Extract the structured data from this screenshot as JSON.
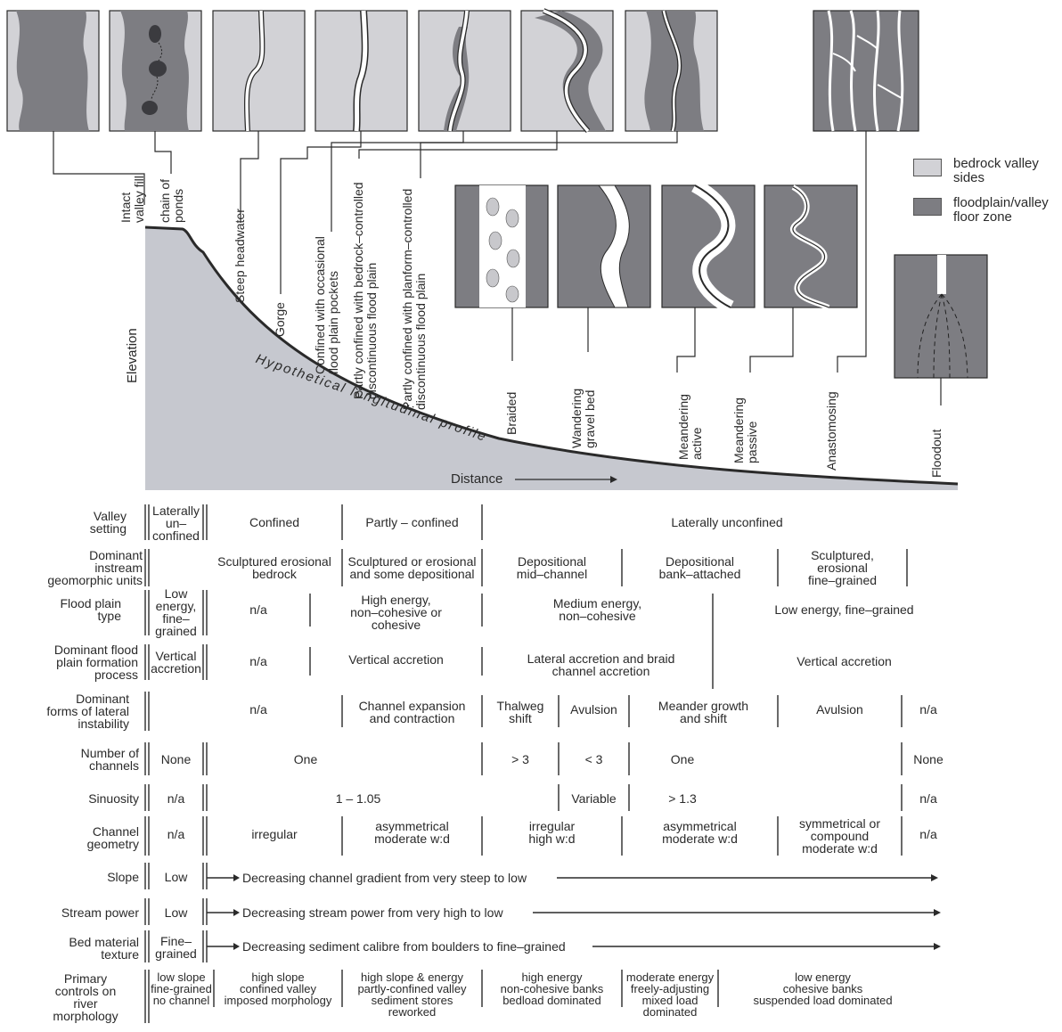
{
  "colors": {
    "bedrock": "#d2d2d6",
    "floodplain": "#7d7d82",
    "profile_fill": "#c6c8cf",
    "line": "#2a2a2a"
  },
  "legend": [
    {
      "label": "bedrock valley\nsides",
      "color": "#d2d2d6"
    },
    {
      "label": "floodplain/valley\nfloor zone",
      "color": "#7d7d82"
    }
  ],
  "profile": {
    "elevation_label": "Elevation",
    "distance_label": "Distance",
    "curve_label": "Hypothetical longitudinal profile"
  },
  "river_types": [
    "Intact\nvalley fill",
    "chain of\nponds",
    "Steep headwater",
    "Gorge",
    "Confined with occasional\nflood plain pockets",
    "Partly confined with bedrock–controlled\ndiscontinuous flood plain",
    "Partly confined with planform–controlled\ndiscontinuous flood plain",
    "Braided",
    "Wandering\ngravel bed",
    "Meandering\nactive",
    "Meandering\npassive",
    "Anastomosing",
    "Floodout"
  ],
  "table": {
    "rows": [
      {
        "header": "Valley\nsetting",
        "cells": [
          "Laterally\nun–\nconfined",
          "Confined",
          "Partly – confined",
          "Laterally unconfined"
        ]
      },
      {
        "header": "Dominant\ninstream\ngeomorphic units",
        "cells": [
          "Sculptured erosional\nbedrock",
          "Sculptured or erosional\nand some depositional",
          "Depositional\nmid–channel",
          "Depositional\nbank–attached",
          "Sculptured,\nerosional\nfine–grained"
        ]
      },
      {
        "header": "Flood plain\ntype",
        "cells": [
          "Low\nenergy,\nfine–\ngrained",
          "n/a",
          "High energy,\nnon–cohesive or\ncohesive",
          "Medium energy,\nnon–cohesive",
          "Low energy, fine–grained"
        ]
      },
      {
        "header": "Dominant flood\nplain formation\nprocess",
        "cells": [
          "Vertical\naccretion",
          "n/a",
          "Vertical accretion",
          "Lateral accretion and braid\nchannel accretion",
          "Vertical accretion"
        ]
      },
      {
        "header": "Dominant\nforms of lateral\ninstability",
        "cells": [
          "n/a",
          "Channel expansion\nand contraction",
          "Thalweg\nshift",
          "Avulsion",
          "Meander growth\nand shift",
          "Avulsion",
          "n/a"
        ]
      },
      {
        "header": "Number of\nchannels",
        "cells": [
          "None",
          "One",
          "> 3",
          "< 3",
          "One",
          "None"
        ]
      },
      {
        "header": "Sinuosity",
        "cells": [
          "n/a",
          "1 – 1.05",
          "Variable",
          "> 1.3",
          "n/a"
        ]
      },
      {
        "header": "Channel\ngeometry",
        "cells": [
          "n/a",
          "irregular",
          "asymmetrical\nmoderate w:d",
          "irregular\nhigh  w:d",
          "asymmetrical\nmoderate w:d",
          "symmetrical or\ncompound\nmoderate w:d",
          "n/a"
        ]
      },
      {
        "header": "Slope",
        "cells": [
          "Low",
          "Decreasing channel gradient from very steep to low"
        ]
      },
      {
        "header": "Stream power",
        "cells": [
          "Low",
          "Decreasing stream power from very high to low"
        ]
      },
      {
        "header": "Bed material\ntexture",
        "cells": [
          "Fine–\ngrained",
          "Decreasing sediment calibre from boulders to fine–grained"
        ]
      },
      {
        "header": "Primary\ncontrols on\nriver\nmorphology",
        "cells": [
          "low slope\nfine-grained\nno channel",
          "high slope\nconfined valley\nimposed morphology",
          "high slope & energy\npartly-confined valley\nsediment stores\nreworked",
          "high energy\nnon-cohesive banks\nbedload dominated",
          "moderate energy\nfreely-adjusting\nmixed load\ndominated",
          "low energy\ncohesive banks\nsuspended load dominated"
        ]
      }
    ]
  }
}
